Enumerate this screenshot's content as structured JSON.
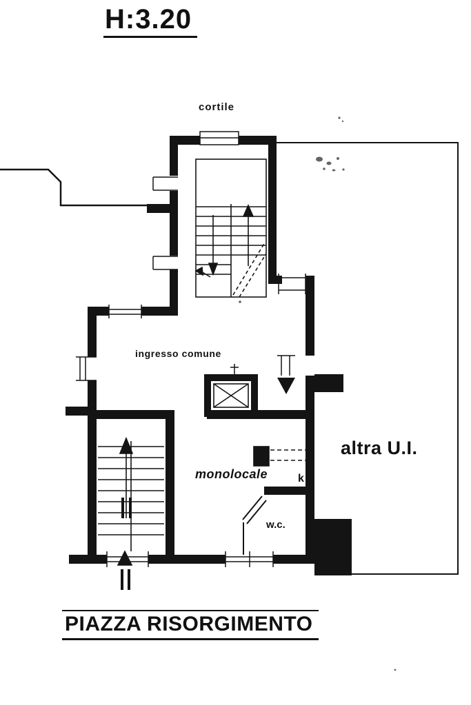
{
  "header": {
    "height_label": "H:3.20"
  },
  "plan": {
    "cortile": "cortile",
    "ingresso_comune": "ingresso comune",
    "monolocale": "monolocale",
    "kitchenette": "k",
    "wc": "w.c.",
    "altra_ui": "altra U.I."
  },
  "footer": {
    "street_label": "PIAZZA RISORGIMENTO"
  },
  "colors": {
    "ink": "#141414",
    "paper": "#ffffff"
  }
}
